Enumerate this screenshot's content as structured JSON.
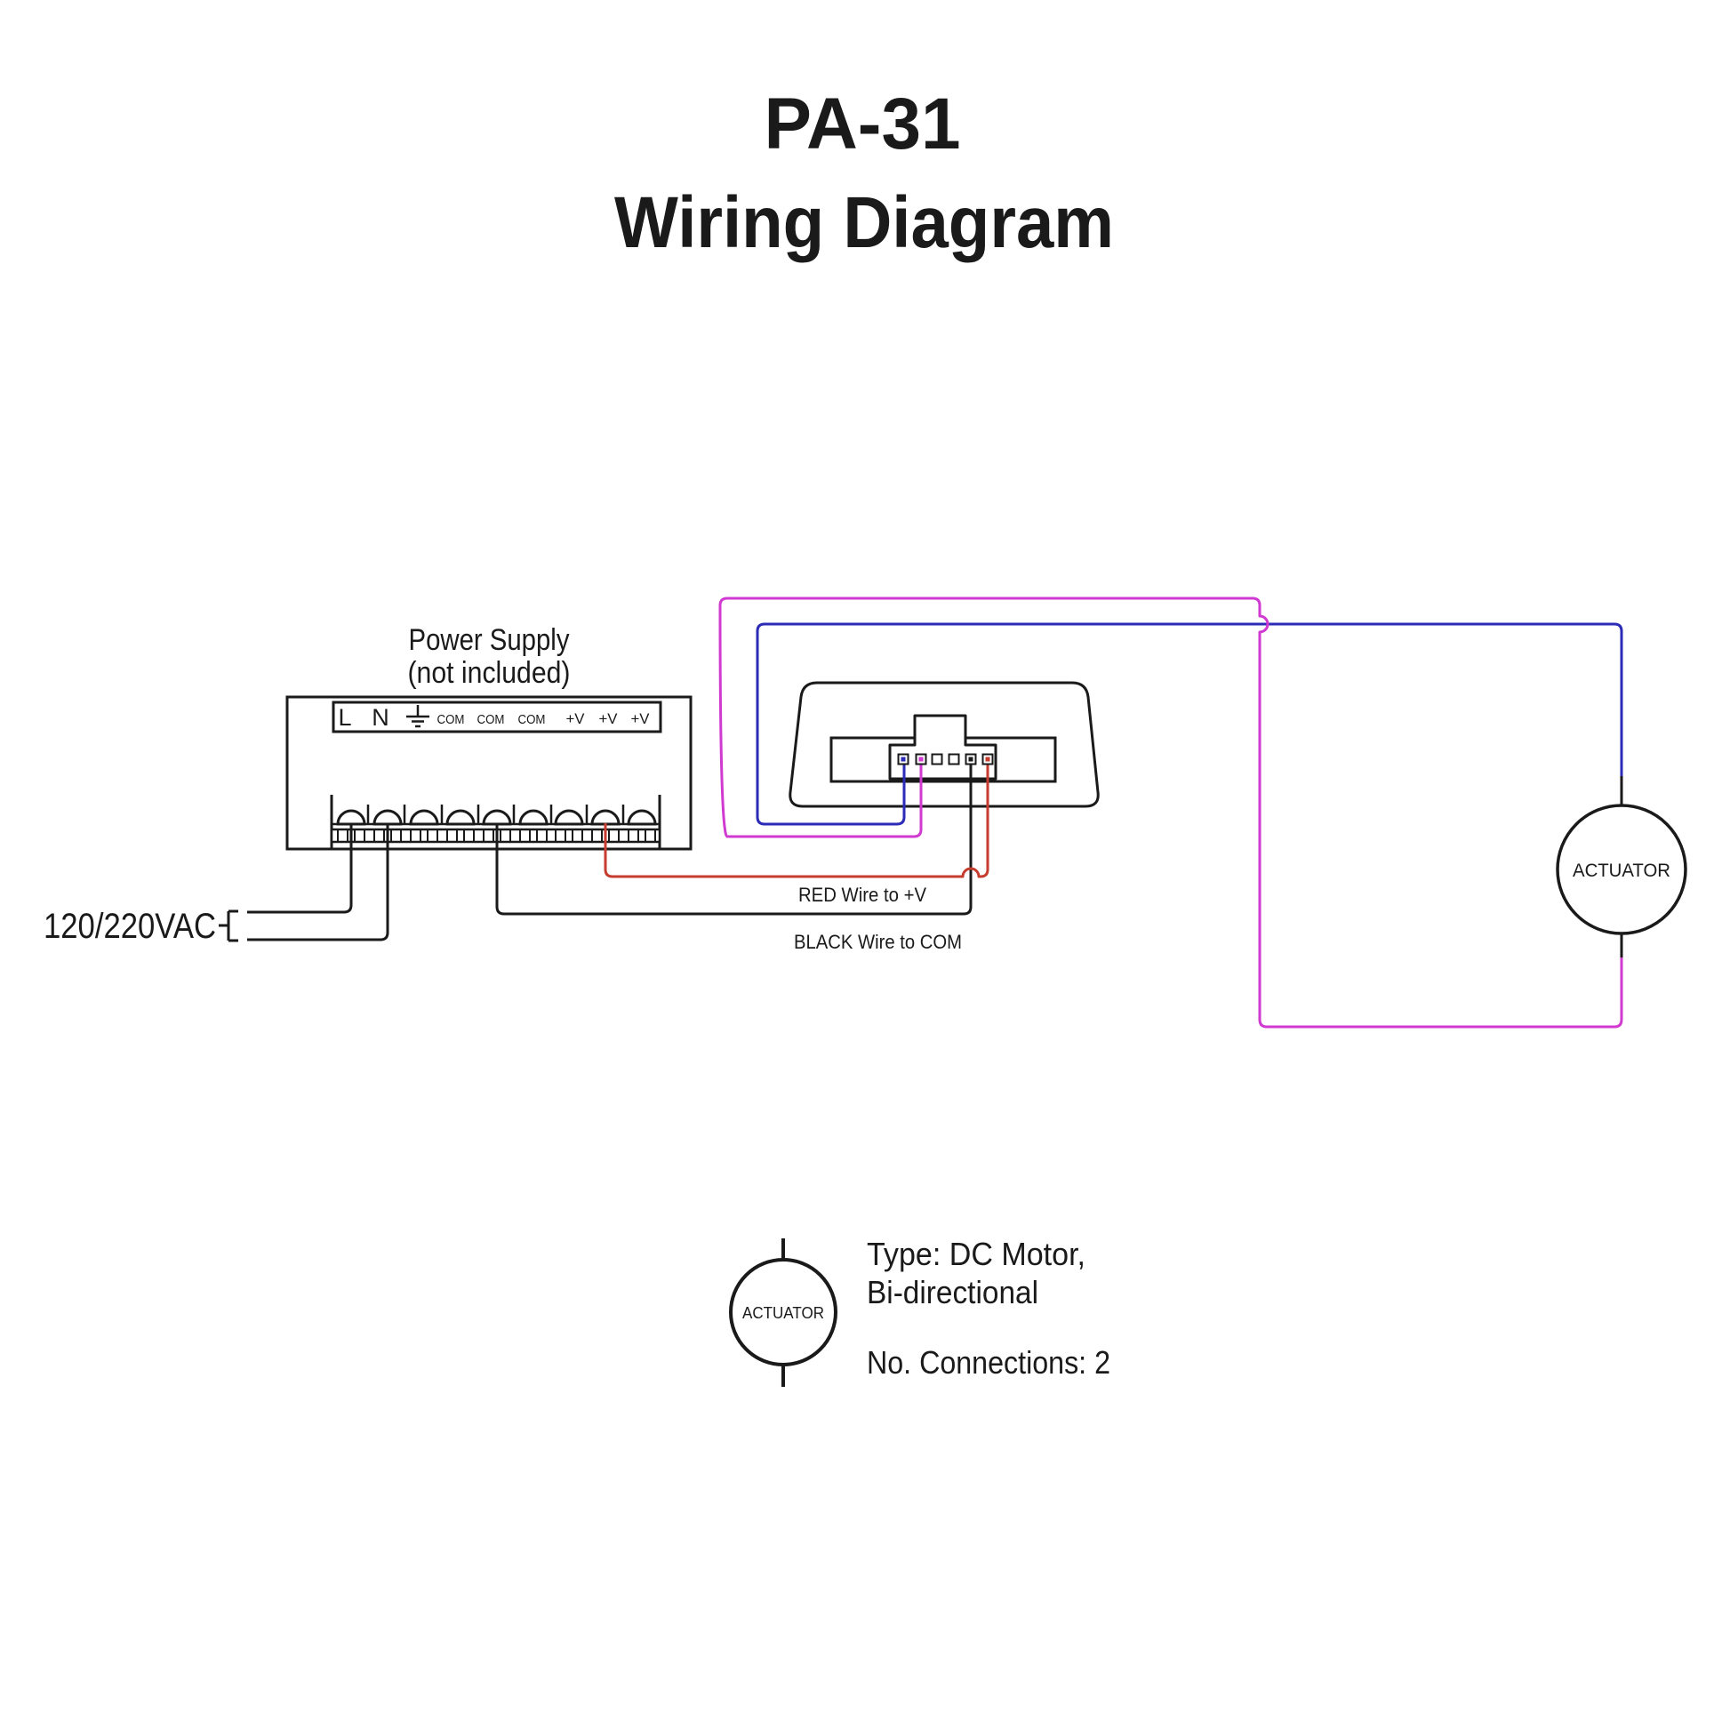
{
  "title": {
    "line1": "PA-31",
    "line2": "Wiring Diagram"
  },
  "power_supply": {
    "name_line1": "Power Supply",
    "name_line2": "(not included)",
    "terminal_l": "L",
    "terminal_n": "N",
    "terminal_com": "COM",
    "terminal_v": "+V"
  },
  "ac_input": {
    "label": "120/220VAC"
  },
  "wire_labels": {
    "red": "RED Wire to +V",
    "black": "BLACK Wire to COM"
  },
  "actuator": {
    "label": "ACTUATOR"
  },
  "legend": {
    "actuator_label": "ACTUATOR",
    "type_line1": "Type: DC Motor,",
    "type_line2": "Bi-directional",
    "connections_line": "No. Connections: 2"
  },
  "connector": {
    "pin_count": 6,
    "pin_wire_colors": [
      "blue",
      "magenta",
      "none",
      "none",
      "black",
      "red"
    ]
  },
  "colors": {
    "outline": "#1a1a1a",
    "wire_black": "#1a1a1a",
    "wire_red": "#c63c2e",
    "wire_blue": "#2b2bb8",
    "wire_magenta": "#d03ad0"
  }
}
